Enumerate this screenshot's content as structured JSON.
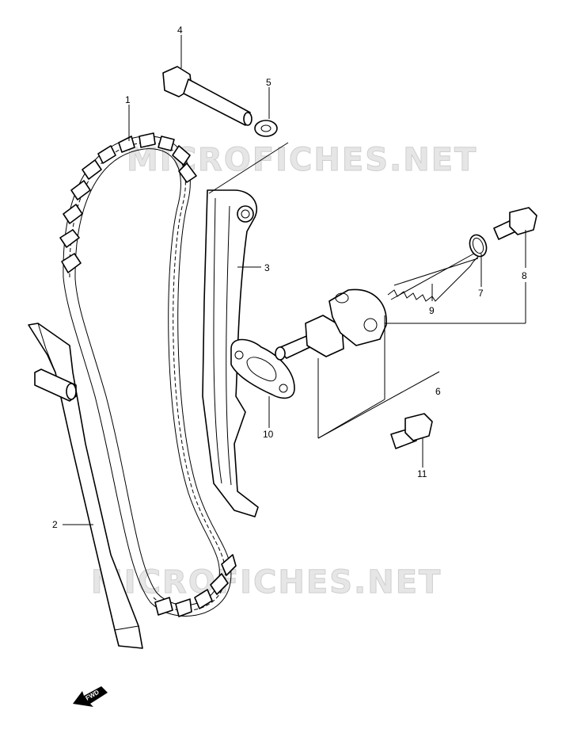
{
  "watermark": "MICROFICHES.NET",
  "fwd_label": "FWD",
  "callouts": {
    "p1": "1",
    "p2": "2",
    "p3": "3",
    "p4": "4",
    "p5": "5",
    "p6": "6",
    "p7": "7",
    "p8": "8",
    "p9": "9",
    "p10": "10",
    "p11": "11"
  }
}
